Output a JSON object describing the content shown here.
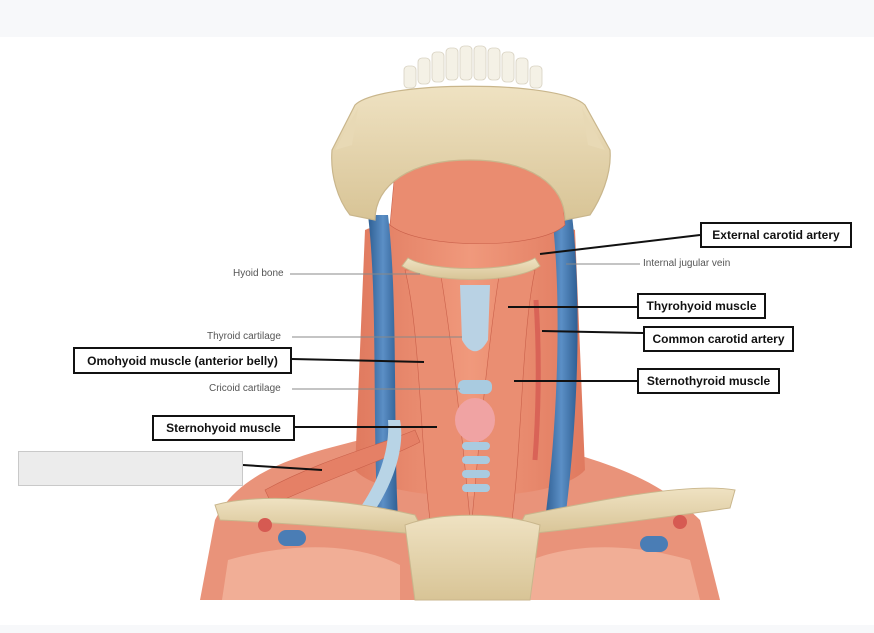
{
  "diagram": {
    "answer_box": {
      "value": ""
    },
    "boxed_labels": {
      "external_carotid": "External carotid artery",
      "thyrohyoid": "Thyrohyoid muscle",
      "common_carotid": "Common carotid artery",
      "sternothyroid": "Sternothyroid muscle",
      "omohyoid": "Omohyoid muscle (anterior belly)",
      "sternohyoid": "Sternohyoid muscle"
    },
    "plain_labels": {
      "hyoid_bone": "Hyoid bone",
      "internal_jugular": "Internal jugular vein",
      "thyroid_cartilage": "Thyroid cartilage",
      "cricoid_cartilage": "Cricoid cartilage"
    },
    "colors": {
      "bone": "#e6d6b0",
      "bone_shadow": "#c9b68c",
      "muscle": "#e8876a",
      "muscle_dark": "#c9604a",
      "vein": "#4a7db5",
      "vein_dark": "#2f5f93",
      "cartilage": "#a9cbe0",
      "thyroid_gland": "#f0a3a3"
    }
  }
}
